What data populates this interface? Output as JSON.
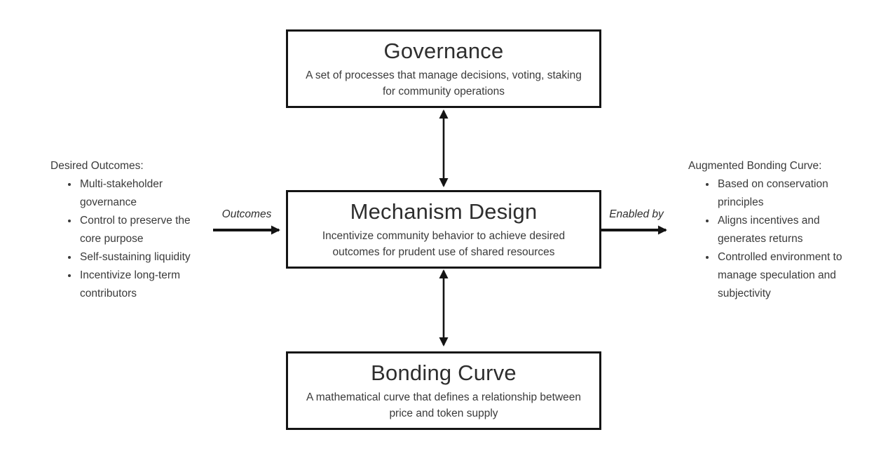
{
  "diagram": {
    "boxes": [
      {
        "id": "governance",
        "title": "Governance",
        "description": "A set of processes that manage decisions, voting, staking for community operations"
      },
      {
        "id": "mechanism-design",
        "title": "Mechanism Design",
        "description": "Incentivize community behavior to achieve desired outcomes for prudent use of shared resources"
      },
      {
        "id": "bonding-curve",
        "title": "Bonding Curve",
        "description": "A mathematical curve that defines a relationship between price and token supply"
      }
    ],
    "left_note": {
      "heading": "Desired Outcomes:",
      "bullets": [
        "Multi-stakeholder governance",
        "Control to preserve the core purpose",
        "Self-sustaining liquidity",
        "Incentivize long-term contributors"
      ]
    },
    "right_note": {
      "heading": "Augmented Bonding Curve:",
      "bullets": [
        "Based on conservation principles",
        "Aligns incentives and generates returns",
        "Controlled environment to manage speculation and subjectivity"
      ]
    },
    "arrows": {
      "left_label": "Outcomes",
      "right_label": "Enabled by"
    },
    "colors": {
      "background": "#ffffff",
      "line": "#141414",
      "text": "#3a3a3a"
    }
  }
}
